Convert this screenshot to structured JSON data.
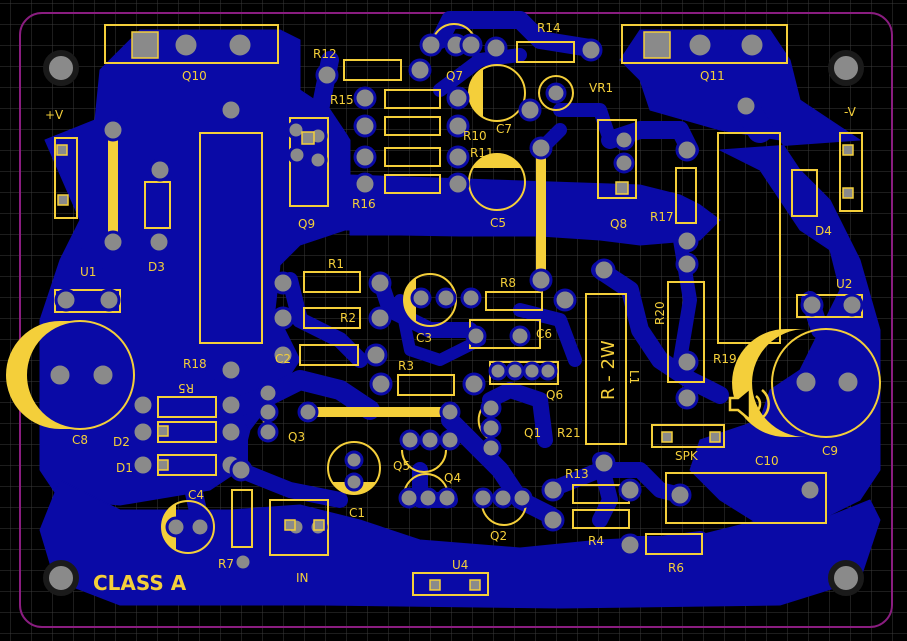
{
  "board": {
    "title": "CLASS A",
    "colors": {
      "background": "#000000",
      "copper": "#0a0aa6",
      "silkscreen": "#f4cf3a",
      "pad_hole": "#8a8a8a",
      "outline": "#8a1d80",
      "grid": "#3a3a3a"
    }
  },
  "labels": {
    "q10": "Q10",
    "q11": "Q11",
    "q9": "Q9",
    "q8": "Q8",
    "q7": "Q7",
    "q6": "Q6",
    "q5": "Q5",
    "q4": "Q4",
    "q3": "Q3",
    "q2": "Q2",
    "q1": "Q1",
    "r1": "R1",
    "r2": "R2",
    "r3": "R3",
    "r4": "R4",
    "r5": "R5",
    "r6": "R6",
    "r7": "R7",
    "r8": "R8",
    "r10": "R10",
    "r11": "R11",
    "r12": "R12",
    "r13": "R13",
    "r14": "R14",
    "r15": "R15",
    "r16": "R16",
    "r17": "R17",
    "r18": "R18",
    "r19": "R19",
    "r20": "R20",
    "r21": "R21",
    "c1": "C1",
    "c2": "C2",
    "c3": "C3",
    "c4": "C4",
    "c5": "C5",
    "c6": "C6",
    "c7": "C7",
    "c8": "C8",
    "c9": "C9",
    "c10": "C10",
    "d1": "D1",
    "d2": "D2",
    "d3": "D3",
    "d4": "D4",
    "u1": "U1",
    "u2": "U2",
    "u4": "U4",
    "vr1": "VR1",
    "l1": "L1",
    "r2w": "R - 2W",
    "plus_v": "+V",
    "minus_v": "-V",
    "spk": "SPK",
    "in": "IN"
  }
}
